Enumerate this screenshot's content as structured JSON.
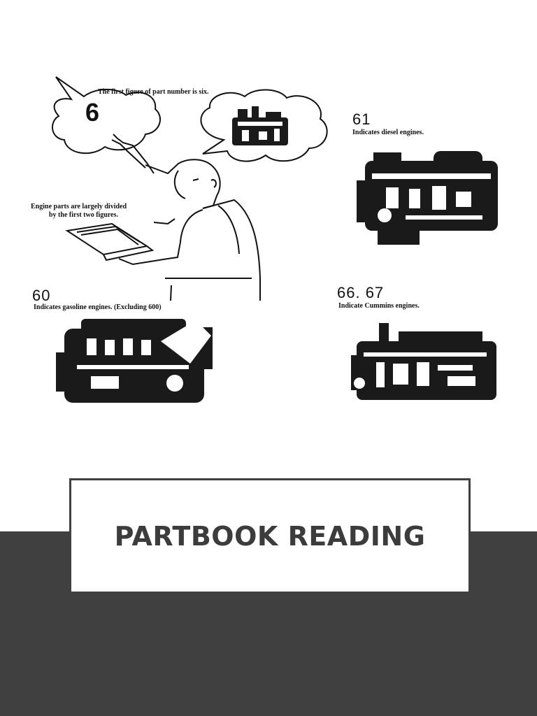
{
  "figure": {
    "caption_six": "The first figure of part number is six.",
    "digit_six": "6",
    "engine_parts_line1": "Engine parts are largely divided",
    "engine_parts_line2": "by the first two figures.",
    "code_61": "61",
    "desc_61": "Indicates diesel engines.",
    "code_60": "60",
    "desc_60": "Indicates gasoline engines. (Excluding 600)",
    "code_66_67": "66. 67",
    "desc_66_67": "Indicate Cummins engines."
  },
  "title": {
    "text": "PARTBOOK READING"
  },
  "colors": {
    "dark_band": "#404040",
    "title_text": "#3c3c3c",
    "background": "#ffffff"
  }
}
